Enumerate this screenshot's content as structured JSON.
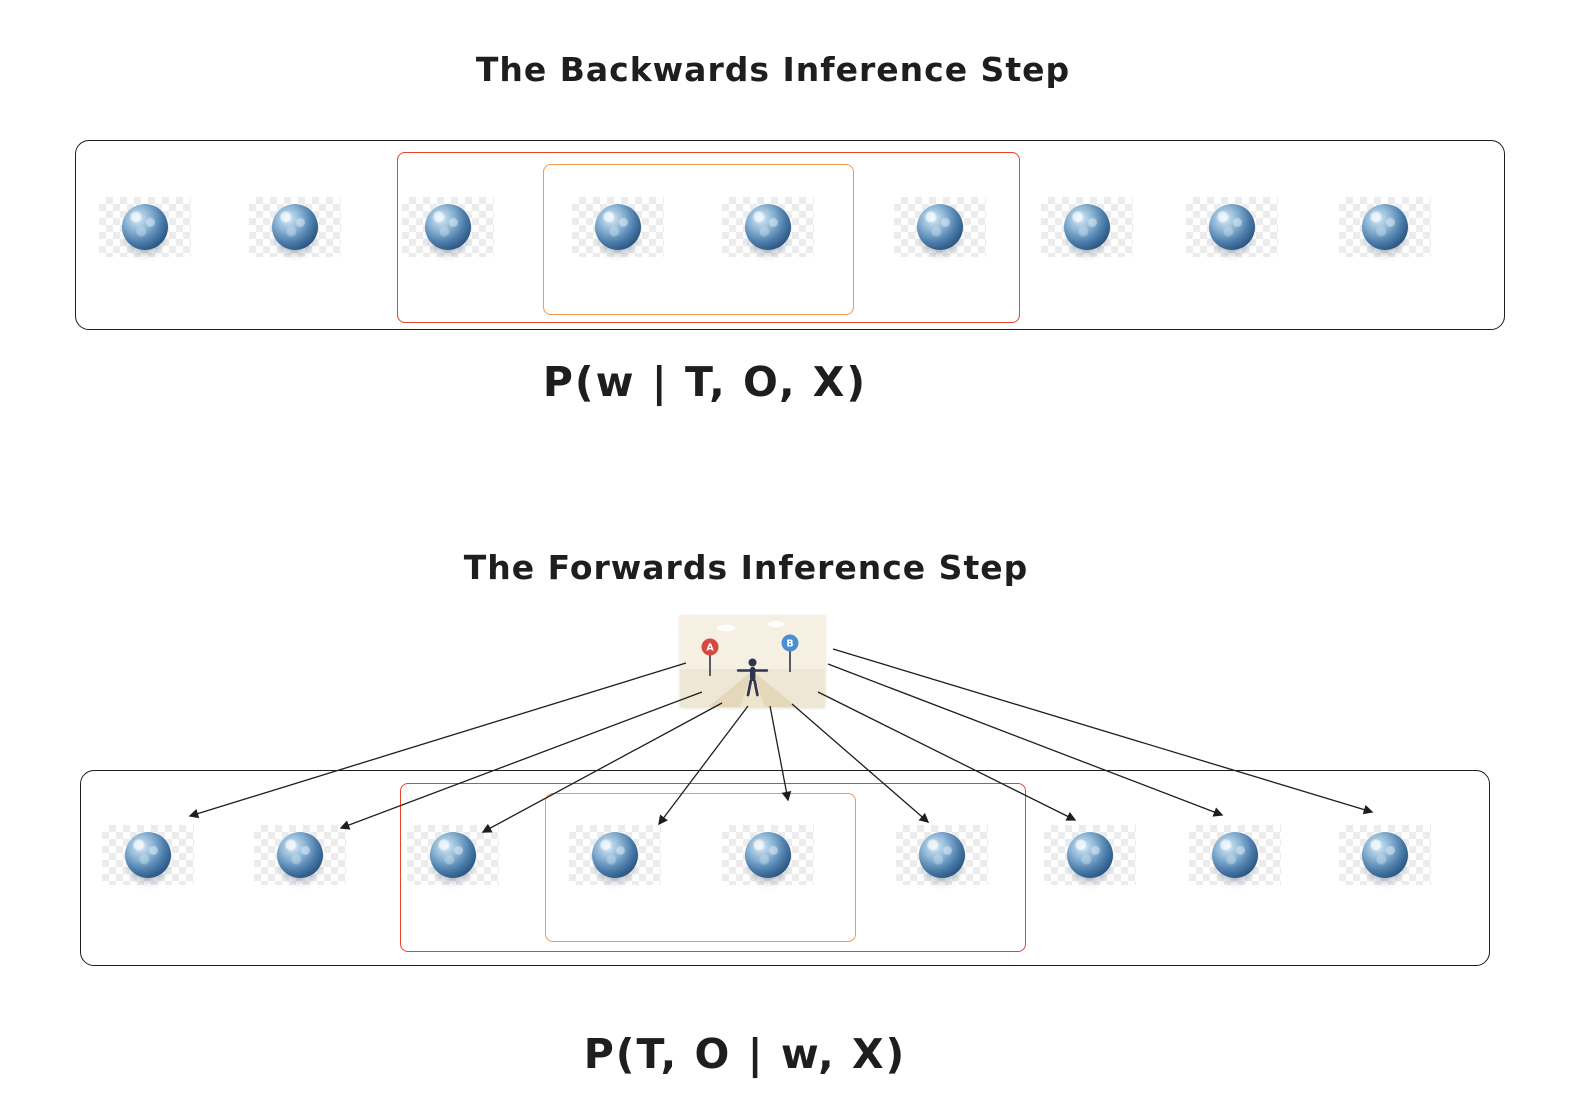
{
  "backwards": {
    "title": "The Backwards Inference Step",
    "formula": "P(w | T, O, X)"
  },
  "forwards": {
    "title": "The Forwards Inference Step",
    "formula": "P(T, O | w, X)"
  },
  "decision_image": {
    "sign_a": "A",
    "sign_b": "B"
  },
  "globes": {
    "per_row": 9,
    "icon": "earth-globe-icon"
  },
  "colors": {
    "box_border": "#1e1e1e",
    "red_highlight": "#e8432d",
    "orange_highlight": "#f2994a",
    "globe_blue": "#2e5f8e",
    "sign_a_red": "#d64943",
    "sign_b_blue": "#4a8fd4",
    "arrow": "#1e1e1e"
  }
}
